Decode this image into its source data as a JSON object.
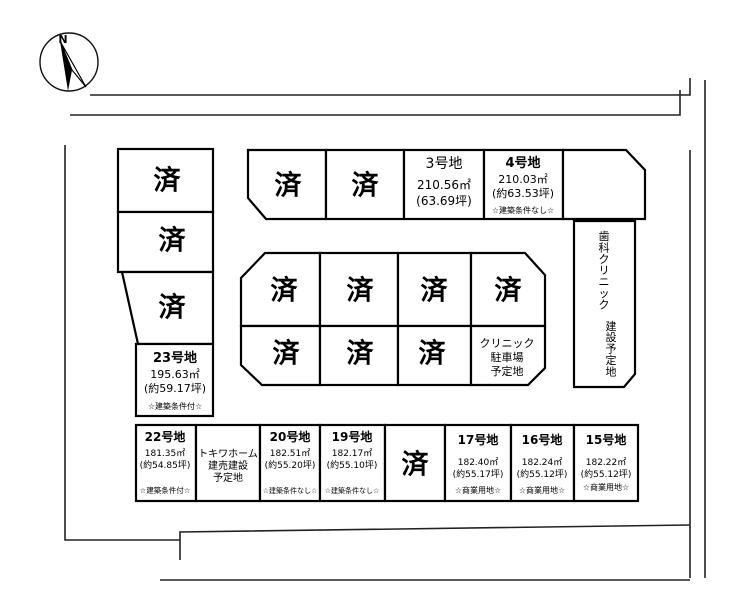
{
  "compass": {
    "label": "N",
    "icon": "north-arrow-icon"
  },
  "sold_mark": "済",
  "lots": {
    "lot3": {
      "title": "3号地",
      "area": "210.56㎡",
      "tsubo": "(63.69坪)"
    },
    "lot4": {
      "title": "4号地",
      "area": "210.03㎡",
      "tsubo": "(約63.53坪)",
      "note": "☆建築条件なし☆"
    },
    "lot23": {
      "title": "23号地",
      "area": "195.63㎡",
      "tsubo": "(約59.17坪)",
      "note": "☆建築条件付☆"
    },
    "lot22": {
      "title": "22号地",
      "area": "181.35㎡",
      "tsubo": "(約54.85坪)",
      "note": "☆建築条件付☆"
    },
    "lot20": {
      "title": "20号地",
      "area": "182.51㎡",
      "tsubo": "(約55.20坪)",
      "note": "☆建築条件なし☆"
    },
    "lot19": {
      "title": "19号地",
      "area": "182.17㎡",
      "tsubo": "(約55.10坪)",
      "note": "☆建築条件なし☆"
    },
    "lot17": {
      "title": "17号地",
      "area": "182.40㎡",
      "tsubo": "(約55.17坪)",
      "note": "☆商業用地☆"
    },
    "lot16": {
      "title": "16号地",
      "area": "182.24㎡",
      "tsubo": "(約55.12坪)",
      "note": "☆商業用地☆"
    },
    "lot15": {
      "title": "15号地",
      "area": "182.22㎡",
      "tsubo": "(約55.12坪)",
      "note": "☆商業用地☆"
    }
  },
  "labels": {
    "tokiwa": [
      "トキワホーム",
      "建売建設",
      "予定地"
    ],
    "clinic_parking": [
      "クリニック",
      "駐車場",
      "予定地"
    ],
    "dental_clinic": [
      "歯",
      "科",
      "ク",
      "リ",
      "ニ",
      "ッ",
      "ク",
      "",
      "建",
      "設",
      "予",
      "定",
      "地"
    ]
  }
}
